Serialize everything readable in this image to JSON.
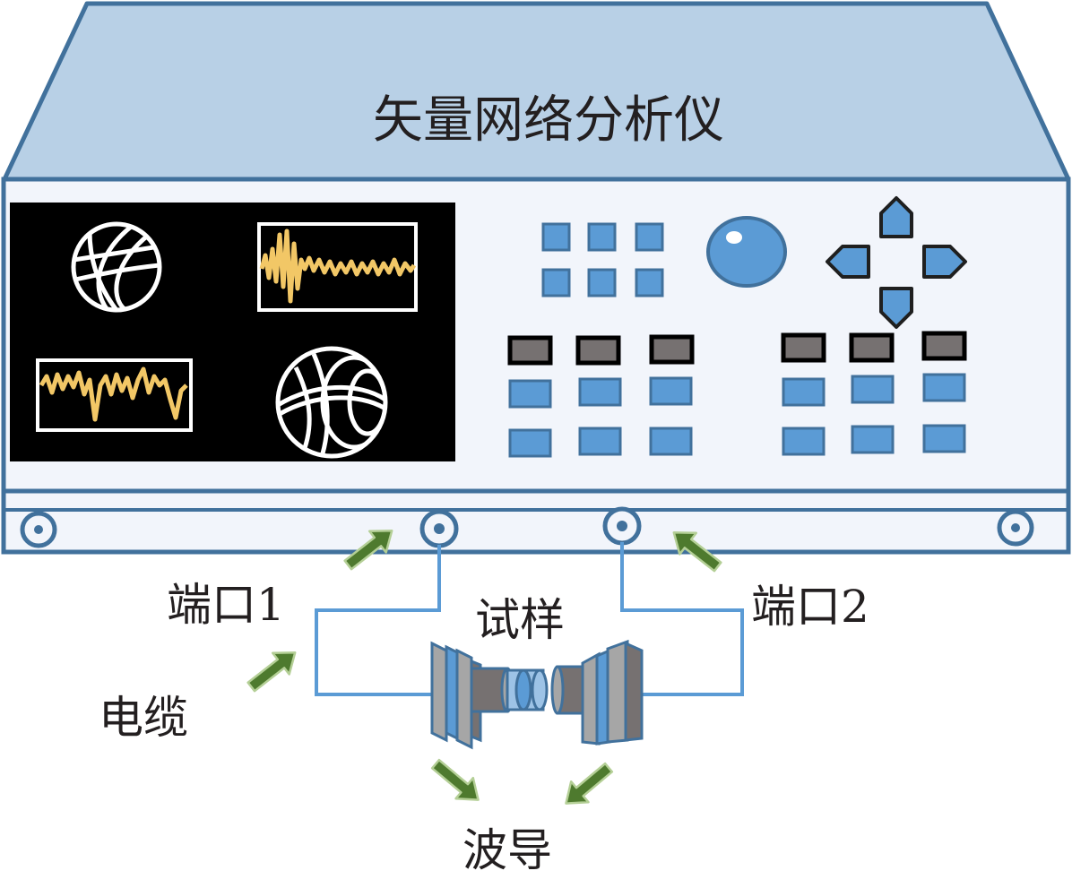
{
  "instrument": {
    "title": "矢量网络分析仪"
  },
  "labels": {
    "port1": "端口1",
    "port2": "端口2",
    "cable": "电缆",
    "sample": "试样",
    "waveguide": "波导"
  },
  "colors": {
    "roof_fill": "#b8d0e6",
    "outline": "#41719c",
    "panel_fill": "#f2f5fb",
    "button_blue": "#5b9bd5",
    "button_gray": "#767171",
    "screen": "#000000",
    "trace_yellow": "#f2c766",
    "arrow_green": "#4e7a2e",
    "cable_line": "#5b9bd5"
  },
  "icons": {
    "knob": "rotary-knob-icon",
    "arrows": [
      "arrow-up-icon",
      "arrow-down-icon",
      "arrow-left-icon",
      "arrow-right-icon"
    ]
  }
}
